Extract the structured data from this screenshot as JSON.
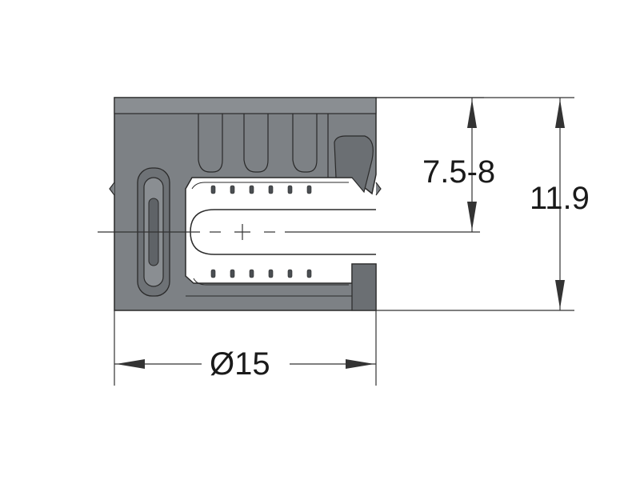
{
  "drawing": {
    "part": "cam-connector-housing",
    "colors": {
      "body_fill": "#7d8185",
      "body_light": "#9a9ea2",
      "body_dark": "#5a5e62",
      "line": "#2a2a2a",
      "dimension": "#333333"
    }
  },
  "dimensions": {
    "depth": "7.5-8",
    "height": "11.9",
    "diameter": "Ø15"
  }
}
